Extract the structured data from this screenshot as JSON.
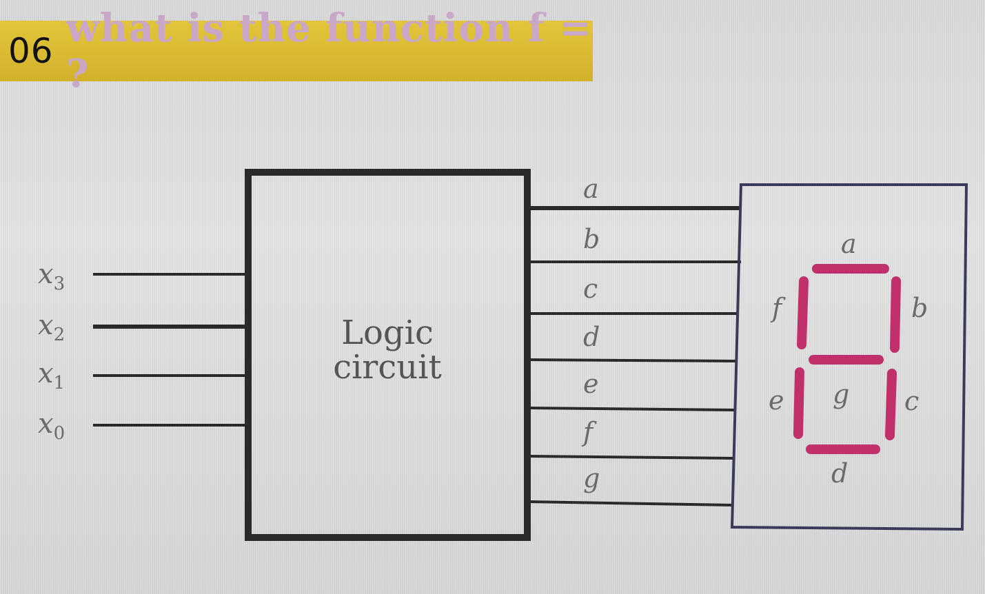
{
  "question": {
    "number": "06",
    "text": "what is the function  f = ?"
  },
  "logic_box": {
    "line1": "Logic",
    "line2": "circuit"
  },
  "inputs": [
    {
      "var": "x",
      "sub": "3"
    },
    {
      "var": "x",
      "sub": "2"
    },
    {
      "var": "x",
      "sub": "1"
    },
    {
      "var": "x",
      "sub": "0"
    }
  ],
  "outputs": [
    "a",
    "b",
    "c",
    "d",
    "e",
    "f",
    "g"
  ],
  "seven_segment": {
    "labels": {
      "a": "a",
      "b": "b",
      "c": "c",
      "d": "d",
      "e": "e",
      "f": "f",
      "g": "g"
    },
    "segment_color": "#c0306a"
  },
  "colors": {
    "banner": "#d7b82e",
    "question_text": "#c9a7c9",
    "line": "#2a2a2a"
  }
}
